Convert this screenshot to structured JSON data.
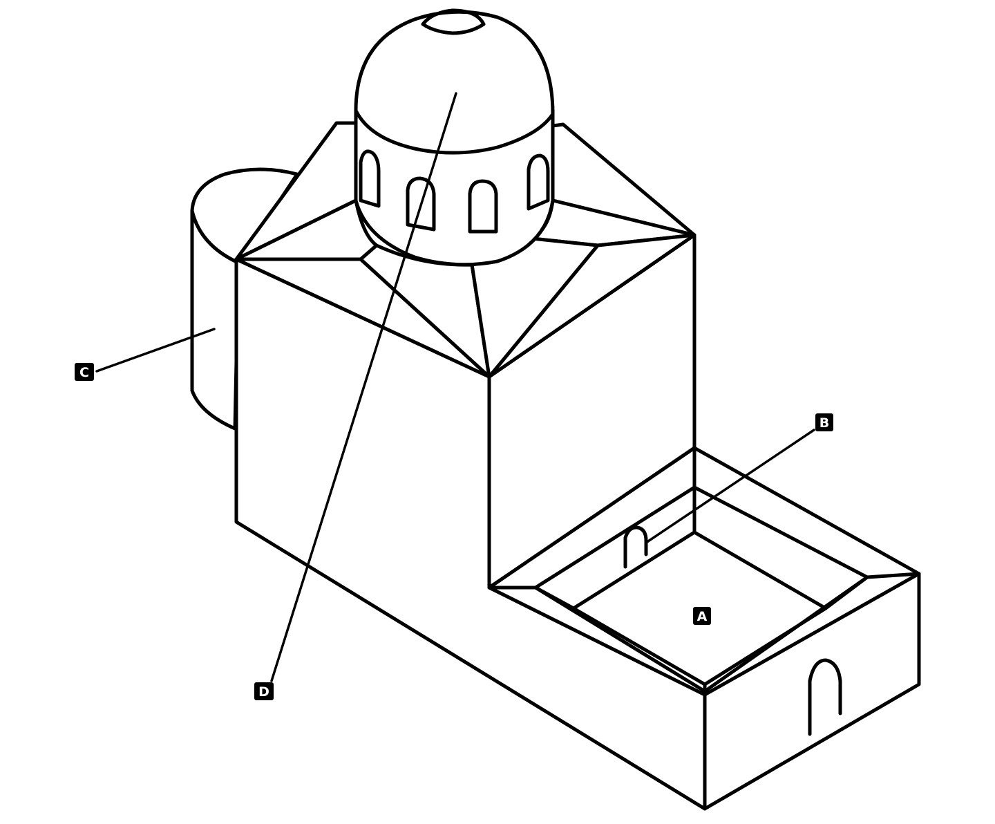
{
  "labels": {
    "A": "A",
    "B": "B",
    "C": "C",
    "D": "D"
  },
  "colors": {
    "stroke": "#000000",
    "background": "#ffffff",
    "label_box": "#000000",
    "label_text": "#ffffff"
  }
}
